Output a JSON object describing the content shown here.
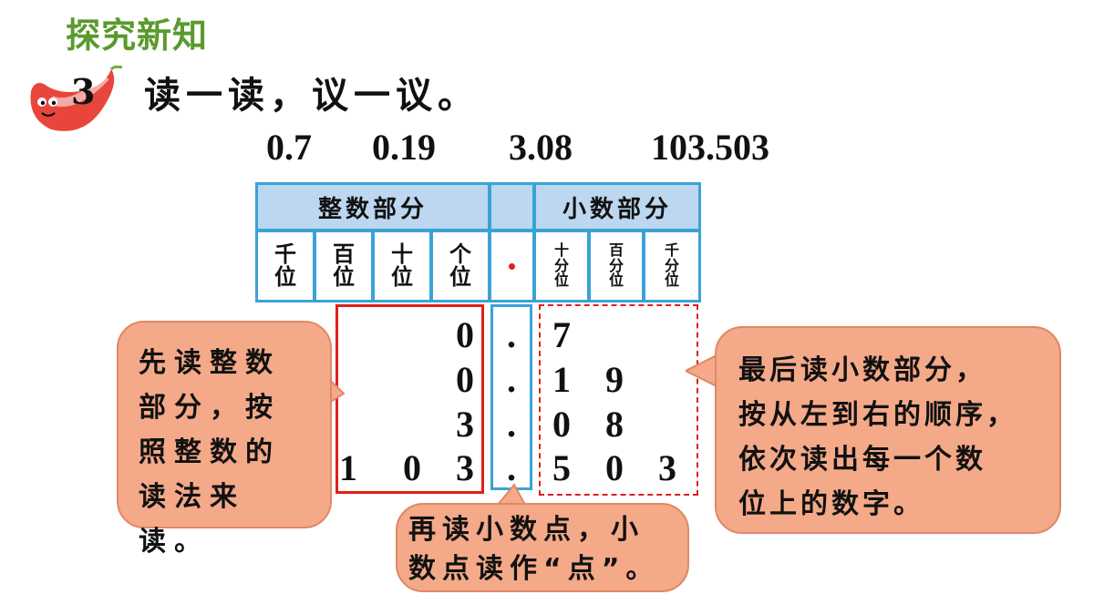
{
  "header": {
    "section_title": "探究新知"
  },
  "problem": {
    "number": "3",
    "instruction": "读一读，议一议。"
  },
  "numbers": [
    "0.7",
    "0.19",
    "3.08",
    "103.503"
  ],
  "table": {
    "integer_header": "整数部分",
    "decimal_header": "小数部分",
    "places_integer": [
      [
        "千",
        "位"
      ],
      [
        "百",
        "位"
      ],
      [
        "十",
        "位"
      ],
      [
        "个",
        "位"
      ]
    ],
    "places_decimal": [
      [
        "十",
        "分",
        "位"
      ],
      [
        "百",
        "分",
        "位"
      ],
      [
        "千",
        "分",
        "位"
      ]
    ],
    "rows": [
      {
        "integer": [
          "",
          "",
          "",
          "0"
        ],
        "point": ".",
        "decimal": [
          "7",
          "",
          ""
        ]
      },
      {
        "integer": [
          "",
          "",
          "",
          "0"
        ],
        "point": ".",
        "decimal": [
          "1",
          "9",
          ""
        ]
      },
      {
        "integer": [
          "",
          "",
          "",
          "3"
        ],
        "point": ".",
        "decimal": [
          "0",
          "8",
          ""
        ]
      },
      {
        "integer": [
          "1",
          "0",
          "3",
          ""
        ],
        "point": ".",
        "decimal": [
          "5",
          "0",
          "3"
        ]
      }
    ]
  },
  "bubbles": {
    "left": [
      "先读整数",
      "部分，按",
      "照整数的",
      "读法来读。"
    ],
    "right": [
      "最后读小数部分，",
      "按从左到右的顺序，",
      "依次读出每一个数",
      "位上的数字。"
    ],
    "bottom": [
      "再读小数点，小",
      "数点读作“点”。"
    ]
  },
  "colors": {
    "title_green": "#5a9a2c",
    "table_border": "#3aa3d6",
    "header_fill": "#bcd7ef",
    "highlight_red": "#e0201a",
    "bubble_fill": "#f4a988"
  }
}
